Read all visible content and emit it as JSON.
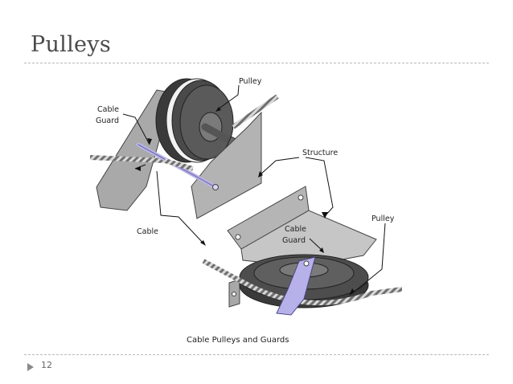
{
  "slide": {
    "title": "Pulleys",
    "page_number": "12"
  },
  "diagram": {
    "labels": {
      "pulley_top": "Pulley",
      "cable_guard_top_line1": "Cable",
      "cable_guard_top_line2": "Guard",
      "structure": "Structure",
      "pulley_right": "Pulley",
      "cable_guard_bottom_line1": "Cable",
      "cable_guard_bottom_line2": "Guard",
      "cable": "Cable"
    },
    "caption": "Cable Pulleys and Guards"
  }
}
